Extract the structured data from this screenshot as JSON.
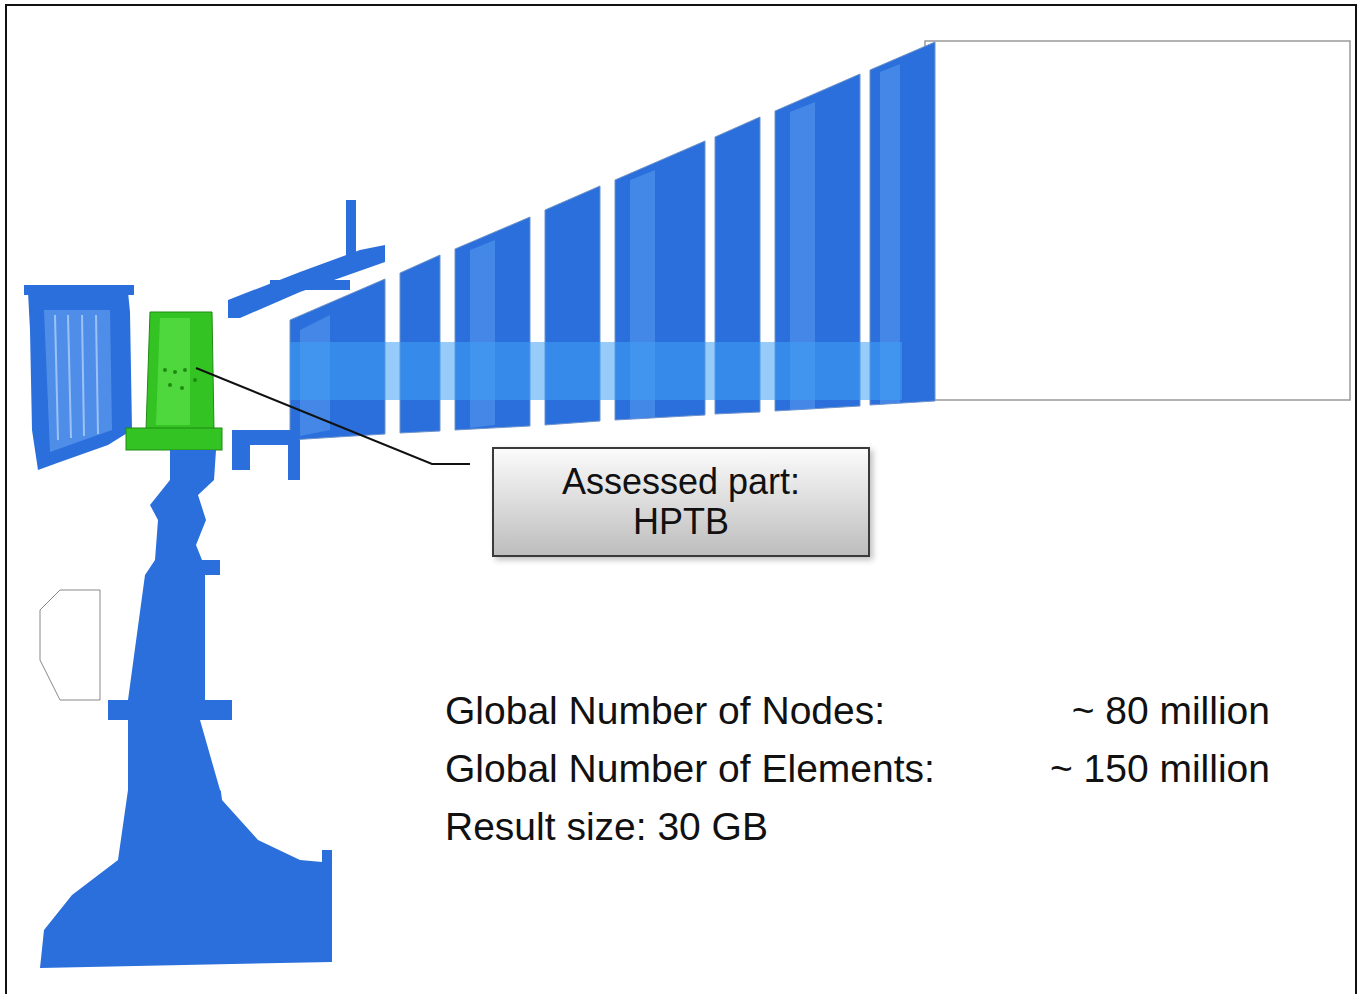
{
  "diagram": {
    "nodes": [
      {
        "text": [
          "Assessed part:",
          "HPTB"
        ]
      }
    ],
    "labels": [
      "Global Number of Nodes:",
      "~ 80 million",
      "Global Number of Elements:",
      "~ 150 million",
      "Result size: 30 GB"
    ]
  }
}
